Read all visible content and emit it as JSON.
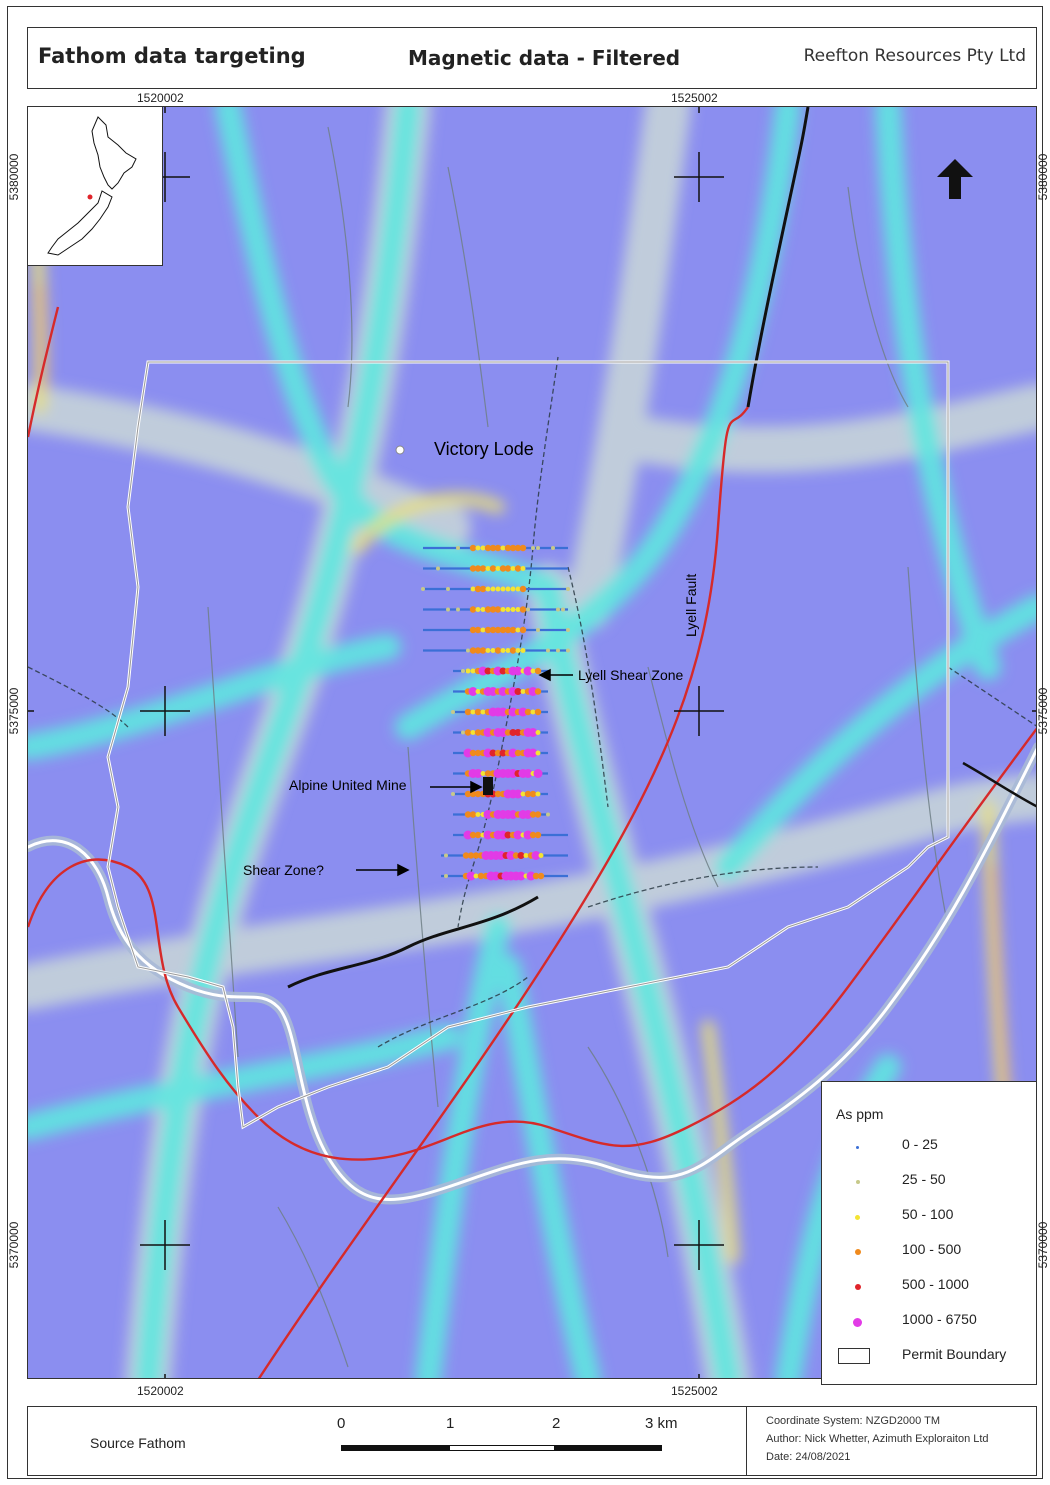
{
  "header": {
    "left_title": "Fathom data targeting",
    "center_title": "Magnetic data -  Filtered",
    "right_title": "Reefton Resources Pty Ltd"
  },
  "grid_labels": {
    "easting_west": "1520002",
    "easting_east": "1525002",
    "northing_north": "5380000",
    "northing_mid": "5375000",
    "northing_south": "5370000"
  },
  "map_labels": {
    "victory_lode": "Victory Lode",
    "lyell_shear_zone": "Lyell Shear Zone",
    "lyell_fault": "Lyell Fault",
    "alpine_united_mine": "Alpine United Mine",
    "shear_zone_q": "Shear Zone?"
  },
  "legend": {
    "title": "As ppm",
    "items": [
      {
        "label": "0 - 25",
        "color": "#3b6fd6"
      },
      {
        "label": "25 - 50",
        "color": "#c7c98a"
      },
      {
        "label": "50 - 100",
        "color": "#f4e433"
      },
      {
        "label": "100 - 500",
        "color": "#f08a1c"
      },
      {
        "label": "500 - 1000",
        "color": "#e0242b"
      },
      {
        "label": "1000 - 6750",
        "color": "#e23be6"
      }
    ],
    "boundary_label": "Permit Boundary"
  },
  "footer": {
    "source": "Source Fathom",
    "scale_ticks": [
      "0",
      "1",
      "2",
      "3 km"
    ],
    "coordinate_system": "Coordinate System: NZGD2000 TM",
    "author": "Author: Nick Whetter, Azimuth Exploraiton Ltd",
    "date": "Date: 24/08/2021"
  },
  "colors": {
    "background_magnetic_low": "#8b8ef0",
    "magnetic_high_cyan": "#5fe7e0",
    "magnetic_peak": "#e9e07a",
    "fault_red": "#d62a2a",
    "permit_boundary": "#ffffff"
  }
}
